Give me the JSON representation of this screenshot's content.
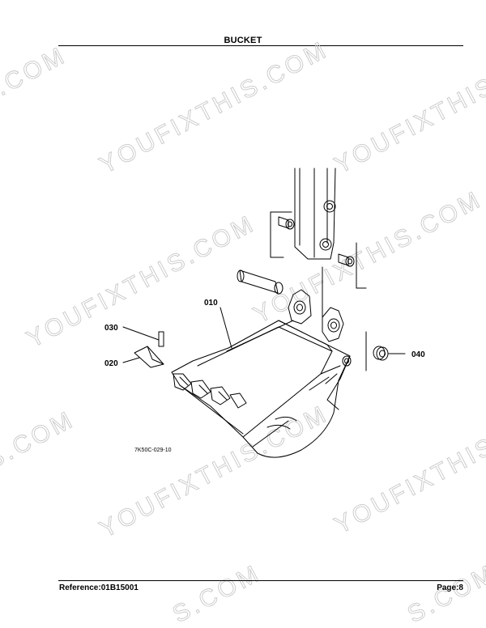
{
  "header": {
    "title": "BUCKET"
  },
  "footer": {
    "reference": "Reference:01B15001",
    "page": "Page:8"
  },
  "figure": {
    "code": "7K50C-029-10",
    "callouts": [
      "010",
      "030",
      "020",
      "040"
    ]
  },
  "watermark": {
    "text_full": "YOUFIXTHIS.COM",
    "text_partial": "S.COM"
  }
}
